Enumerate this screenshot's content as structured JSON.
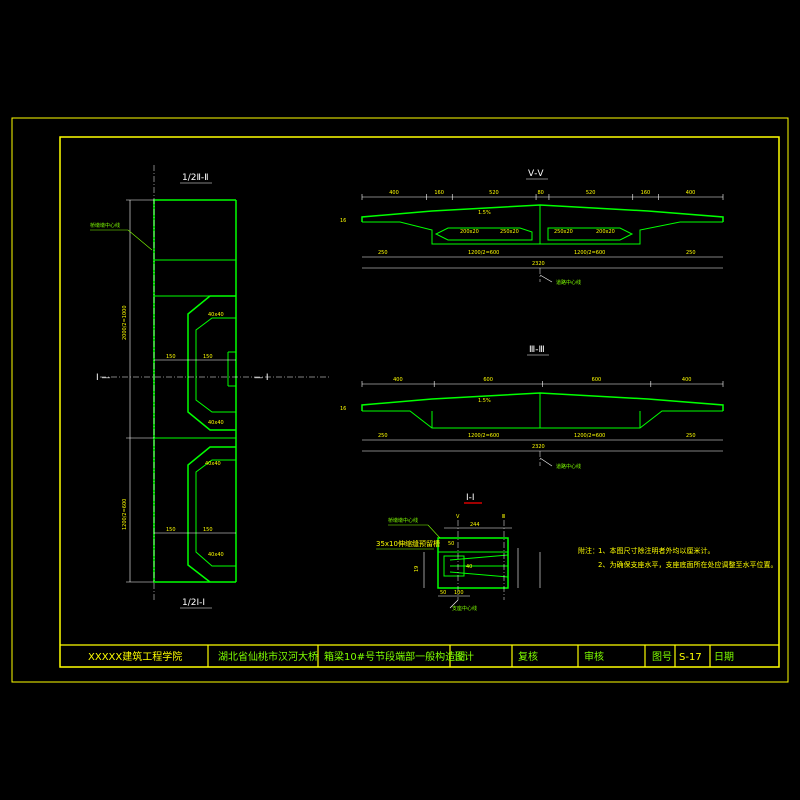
{
  "views": {
    "left_top_title": "1/2Ⅱ-Ⅱ",
    "left_bottom_title": "1/2Ⅰ-Ⅰ",
    "section_label_left": "Ⅰ —",
    "section_label_right": "— Ⅰ",
    "top_right_title": "Ⅴ-Ⅴ",
    "mid_right_title": "Ⅲ-Ⅲ",
    "detail_title": "Ⅰ-Ⅰ"
  },
  "left_view": {
    "label_bridge_center": "桥墩墩中心线",
    "dim_upper": "2000/2=1000",
    "dim_lower": "1200/2=600",
    "dim_150_a": "150",
    "dim_150_b": "150",
    "dim_150_c": "150",
    "dim_150_d": "150",
    "chamfer_1": "40x40",
    "chamfer_2": "40x40",
    "chamfer_3": "40x40",
    "chamfer_4": "40x40"
  },
  "top_section": {
    "dims_top": [
      "400",
      "160",
      "520",
      "80",
      "520",
      "160",
      "400"
    ],
    "dim_bottom_1": "250",
    "dim_bottom_2": "1200/2=600",
    "dim_bottom_3": "1200/2=600",
    "dim_bottom_4": "250",
    "dim_total": "2320",
    "slope": "1.5%",
    "label_center": "道路中心线",
    "inner_1": "200x20",
    "inner_2": "250x20",
    "inner_3": "250x20",
    "inner_4": "200x20",
    "left_h": "16"
  },
  "mid_section": {
    "dims_top": [
      "400",
      "600",
      "600",
      "400"
    ],
    "dim_bottom_1": "250",
    "dim_bottom_2": "1200/2=600",
    "dim_bottom_3": "1200/2=600",
    "dim_bottom_4": "250",
    "dim_total": "2320",
    "slope": "1.5%",
    "label_center": "道路中心线",
    "left_h": "16"
  },
  "detail": {
    "label_pier": "桥墩墩中心线",
    "label_bearing": "35x10伸缩缝预留槽",
    "label_support": "支座中心线",
    "dim_244": "244",
    "dim_50a": "50",
    "dim_40": "40",
    "dim_19": "19",
    "dim_50b": "50",
    "dim_100": "100",
    "dim_v": "Ⅴ",
    "dim_iii": "Ⅲ"
  },
  "notes": {
    "heading": "附注：",
    "line1": "1、本图尺寸除注明者外均以厘米计。",
    "line2": "2、为确保支座水平，支座底面所在处应调整至水平位置。"
  },
  "title_block": {
    "school": "XXXXX建筑工程学院",
    "project": "湖北省仙桃市汉河大桥",
    "drawing": "箱梁10#号节段端部一般构造图",
    "design": "设计",
    "check": "复核",
    "review": "审核",
    "sheet_label": "图号",
    "sheet_no": "S-17",
    "date": "日期"
  }
}
